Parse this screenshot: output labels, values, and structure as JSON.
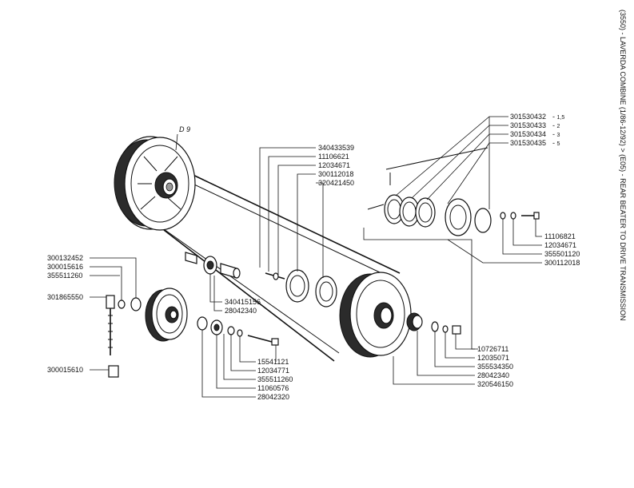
{
  "title": "(3550) - LAVERDA COMBINE (1/86-12/92) > (E05) - REAR BEATER TO DRIVE TRANSMISSION",
  "drive_label": "D 9",
  "parts": {
    "p340433539": "340433539",
    "p11106621_top": "11106621",
    "p12034671_top": "12034671",
    "p300112018_top": "300112018",
    "p320421450": "320421450",
    "p301530432": "301530432",
    "q301530432": "1,5",
    "p301530433": "301530433",
    "q301530433": "2",
    "p301530434": "301530434",
    "q301530434": "3",
    "p301530435": "301530435",
    "q301530435": "5",
    "p11106821": "11106821",
    "p12034671_r": "12034671",
    "p355501120": "355501120",
    "p300112018_r": "300112018",
    "p300132452": "300132452",
    "p300015616": "300015616",
    "p355511260_l": "355511260",
    "p301865550": "301865550",
    "p300015610": "300015610",
    "p340415156": "340415156",
    "p28042340_m": "28042340",
    "p15541121": "15541121",
    "p12034771": "12034771",
    "p355511260_b": "355511260",
    "p11060576": "11060576",
    "p28042320": "28042320",
    "p10726711": "10726711",
    "p12035071": "12035071",
    "p355534350": "355534350",
    "p28042340_r": "28042340",
    "p320546150": "320546150"
  }
}
